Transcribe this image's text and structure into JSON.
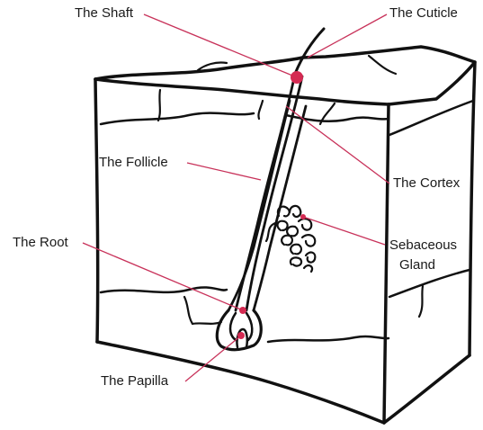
{
  "labels": {
    "shaft": "The Shaft",
    "cuticle": "The Cuticle",
    "follicle": "The Follicle",
    "cortex": "The Cortex",
    "root": "The Root",
    "sebaceous_line1": "Sebaceous",
    "sebaceous_line2": "Gland",
    "papilla": "The Papilla"
  },
  "colors": {
    "leader_line": "#c8325a",
    "marker_dot": "#d42a52",
    "outline": "#111111",
    "background": "#ffffff"
  }
}
